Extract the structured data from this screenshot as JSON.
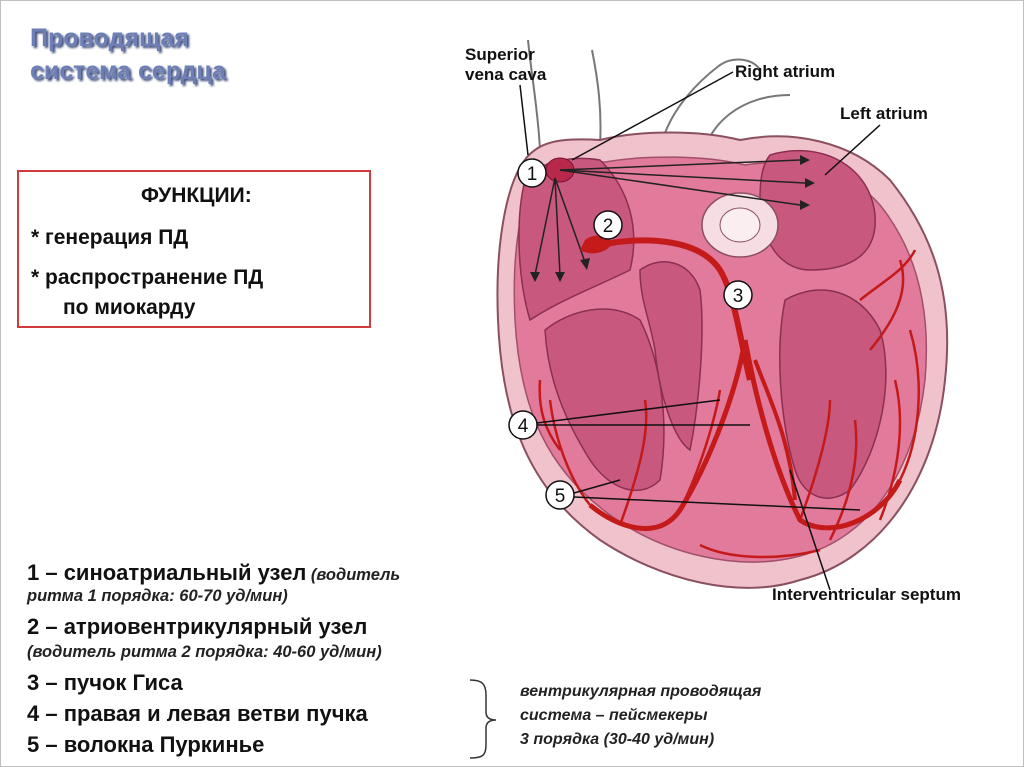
{
  "title": {
    "line1": "Проводящая",
    "line2": "система сердца"
  },
  "functions": {
    "heading": "ФУНКЦИИ:",
    "item1": "*  генерация ПД",
    "item2": "*  распространение ПД",
    "item2_cont": "по миокарду"
  },
  "diagram_labels": {
    "superior_vena_cava_1": "Superior",
    "superior_vena_cava_2": "vena cava",
    "right_atrium": "Right atrium",
    "left_atrium": "Left atrium",
    "interventricular_septum": "Interventricular septum",
    "numbers": [
      "1",
      "2",
      "3",
      "4",
      "5"
    ]
  },
  "legend": {
    "l1_main": "1 – синоатриальный узел",
    "l1_note": "(водитель",
    "l1_note2": "ритма 1 порядка: 60-70 уд/мин)",
    "l2_main": "2 – атриовентрикулярный узел",
    "l2_note": "(водитель ритма 2 порядка: 40-60 уд/мин)",
    "l3": "3 – пучок Гиса",
    "l4": "4 – правая и левая ветви пучка",
    "l5": "5 – волокна Пуркинье"
  },
  "bracket_note": {
    "line1": "вентрикулярная проводящая",
    "line2": "система – пейсмекеры",
    "line3": "3 порядка  (30-40 уд/мин)"
  },
  "colors": {
    "title": "#6d7fb6",
    "box_border": "#d23b3b",
    "heart_fill": "#e27a9c",
    "heart_chamber": "#c9587f",
    "conduction": "#c41a1a"
  }
}
